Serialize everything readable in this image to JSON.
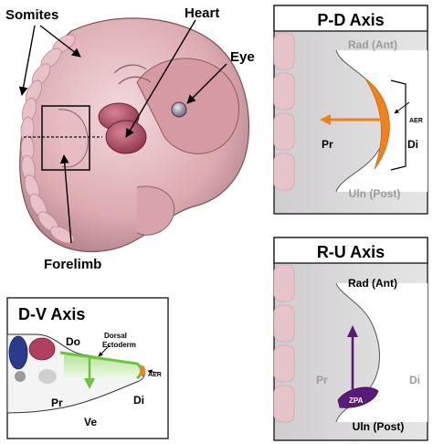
{
  "embryo": {
    "labels": {
      "somites": "Somites",
      "heart": "Heart",
      "eye": "Eye",
      "forelimb": "Forelimb"
    }
  },
  "pd_panel": {
    "title": "P-D Axis",
    "rad": "Rad (Ant)",
    "uln": "Uln (Post)",
    "pr": "Pr",
    "di": "Di",
    "aer": "AER"
  },
  "ru_panel": {
    "title": "R-U Axis",
    "rad": "Rad (Ant)",
    "uln": "Uln (Post)",
    "pr": "Pr",
    "di": "Di",
    "zpa": "ZPA"
  },
  "dv_panel": {
    "title": "D-V Axis",
    "do": "Do",
    "ve": "Ve",
    "pr": "Pr",
    "di": "Di",
    "dorsal_line1": "Dorsal",
    "dorsal_line2": "Ectoderm",
    "aer": "AER"
  },
  "colors": {
    "embryo_pink": "#dcaab0",
    "heart_red": "#a8465c",
    "aer_orange": "#f0821e",
    "zpa_purple": "#5a1a78",
    "ectoderm_green": "#6cc33c",
    "panel_gray": "#d9d8d9",
    "somite_pink": "#e7c3ca"
  }
}
